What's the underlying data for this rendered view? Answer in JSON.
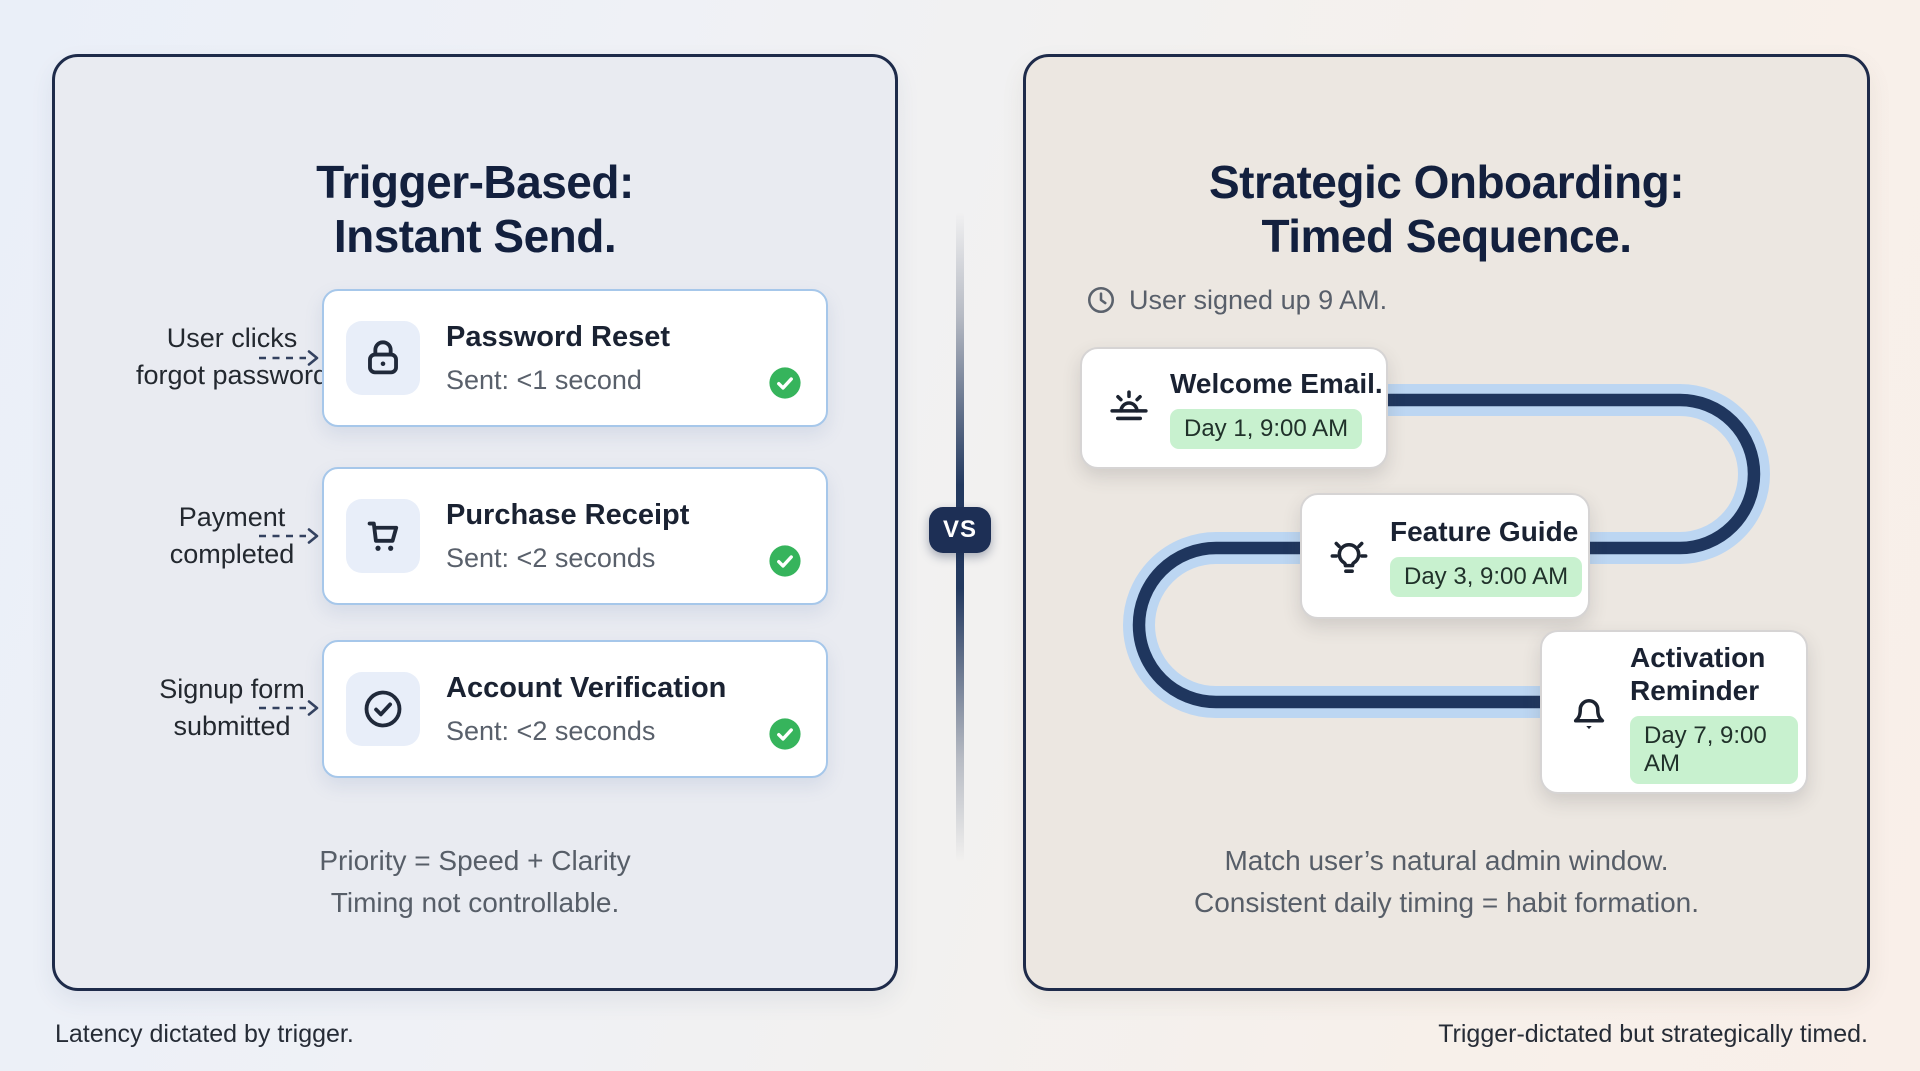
{
  "page": {
    "vs_label": "VS"
  },
  "left_panel": {
    "title_line1": "Trigger-Based:",
    "title_line2": "Instant Send.",
    "rows": [
      {
        "trigger_line1": "User clicks",
        "trigger_line2": "forgot password",
        "icon": "lock-icon",
        "card_title": "Password Reset",
        "card_status": "Sent: <1 second"
      },
      {
        "trigger_line1": "Payment",
        "trigger_line2": "completed",
        "icon": "cart-icon",
        "card_title": "Purchase Receipt",
        "card_status": "Sent: <2 seconds"
      },
      {
        "trigger_line1": "Signup form",
        "trigger_line2": "submitted",
        "icon": "check-circle-icon",
        "card_title": "Account Verification",
        "card_status": "Sent: <2 seconds"
      }
    ],
    "summary_line1": "Priority = Speed + Clarity",
    "summary_line2": "Timing not controllable.",
    "footer": "Latency dictated by trigger."
  },
  "right_panel": {
    "title_line1": "Strategic Onboarding:",
    "title_line2": "Timed Sequence.",
    "signup_note": "User signed up 9 AM.",
    "steps": [
      {
        "icon": "sunrise-icon",
        "title": "Welcome Email.",
        "badge": "Day 1, 9:00 AM"
      },
      {
        "icon": "lightbulb-icon",
        "title": "Feature Guide",
        "badge": "Day 3, 9:00 AM"
      },
      {
        "icon": "bell-icon",
        "title": "Activation Reminder",
        "badge": "Day 7, 9:00 AM"
      }
    ],
    "summary_line1": "Match user’s natural admin window.",
    "summary_line2": "Consistent daily timing = habit formation.",
    "footer": "Trigger-dictated but strategically timed."
  },
  "colors": {
    "panel_border_navy": "#1e2b4a",
    "path_navy": "#1f365e",
    "path_light_blue": "#bcd6f2",
    "vs_badge_navy": "#1d2f55",
    "green_check": "#36b45c",
    "badge_green_bg": "#c8f1cf",
    "card_border_blue": "#a6c7ea",
    "left_panel_bg": "#e9ebf1",
    "right_panel_bg": "#ece7e1"
  }
}
